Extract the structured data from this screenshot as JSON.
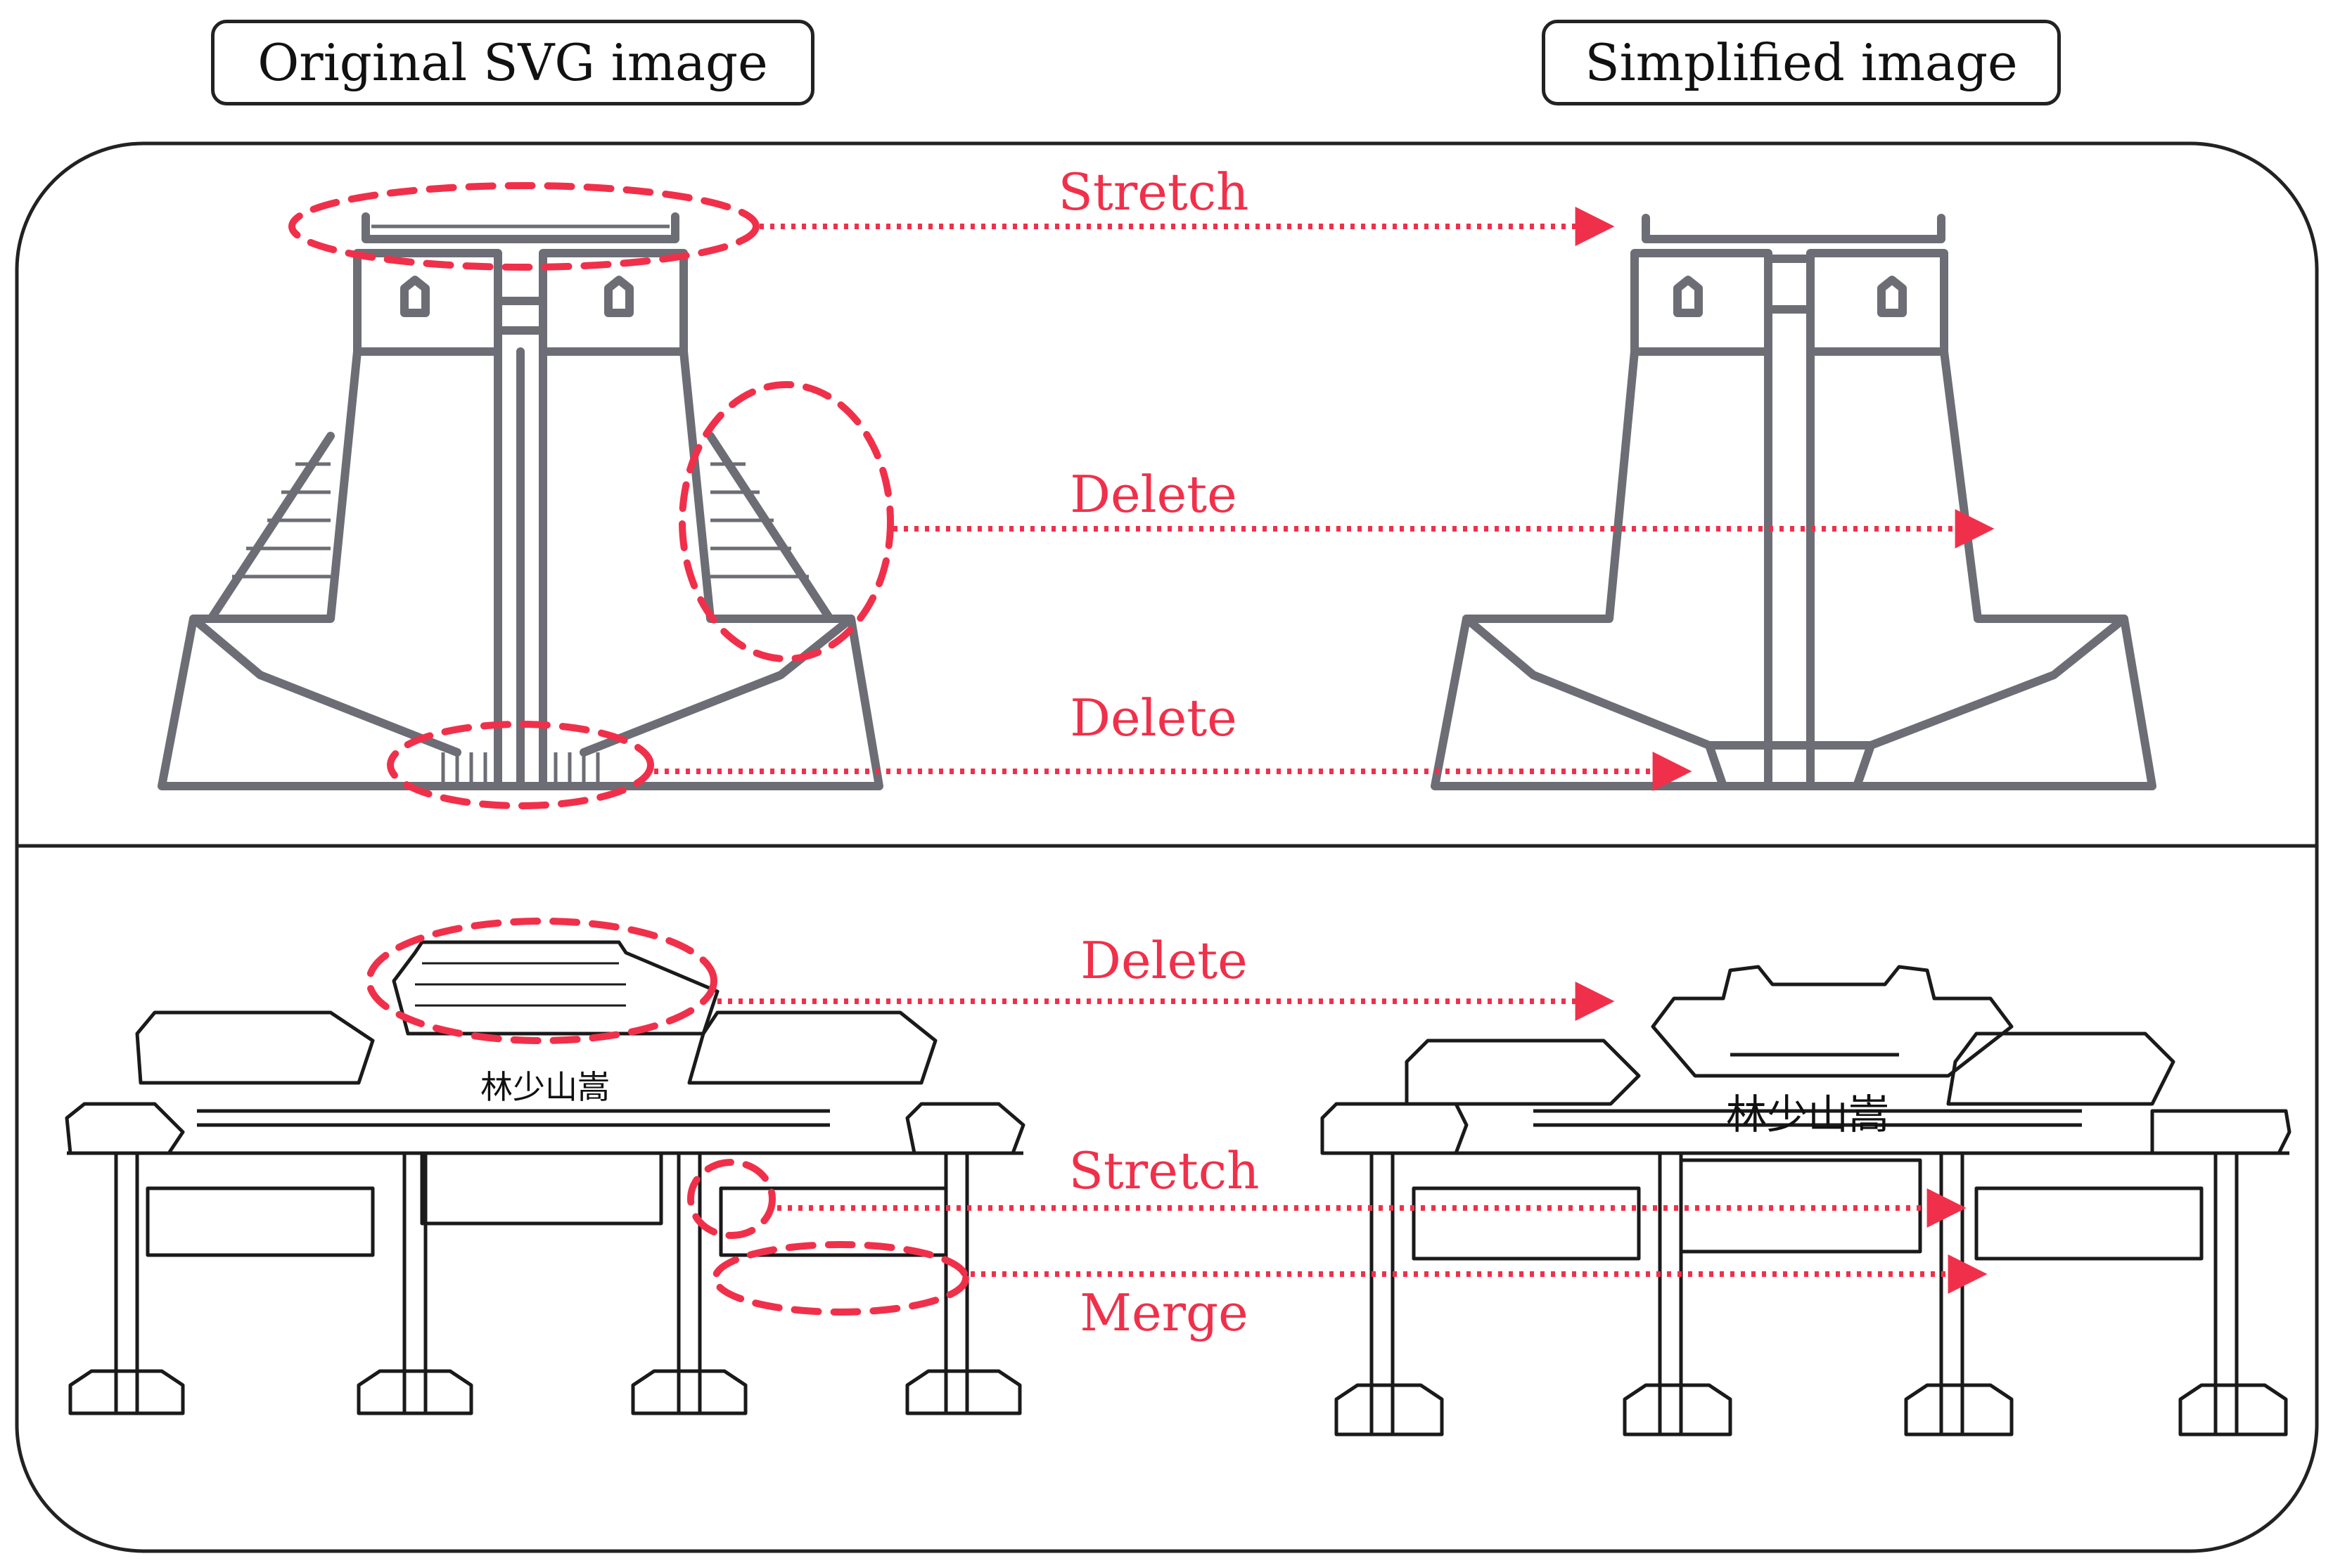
{
  "headers": {
    "original": "Original SVG image",
    "simplified": "Simplified image"
  },
  "operations": {
    "top_stretch": "Stretch",
    "top_delete_1": "Delete",
    "top_delete_2": "Delete",
    "bottom_delete": "Delete",
    "bottom_stretch": "Stretch",
    "bottom_merge": "Merge"
  },
  "gate_inscription": "林少山嵩",
  "colors": {
    "highlight": "#f0304a",
    "tower_stroke": "#6d6d75",
    "gate_stroke": "#1a1a1a",
    "frame": "#222222"
  }
}
